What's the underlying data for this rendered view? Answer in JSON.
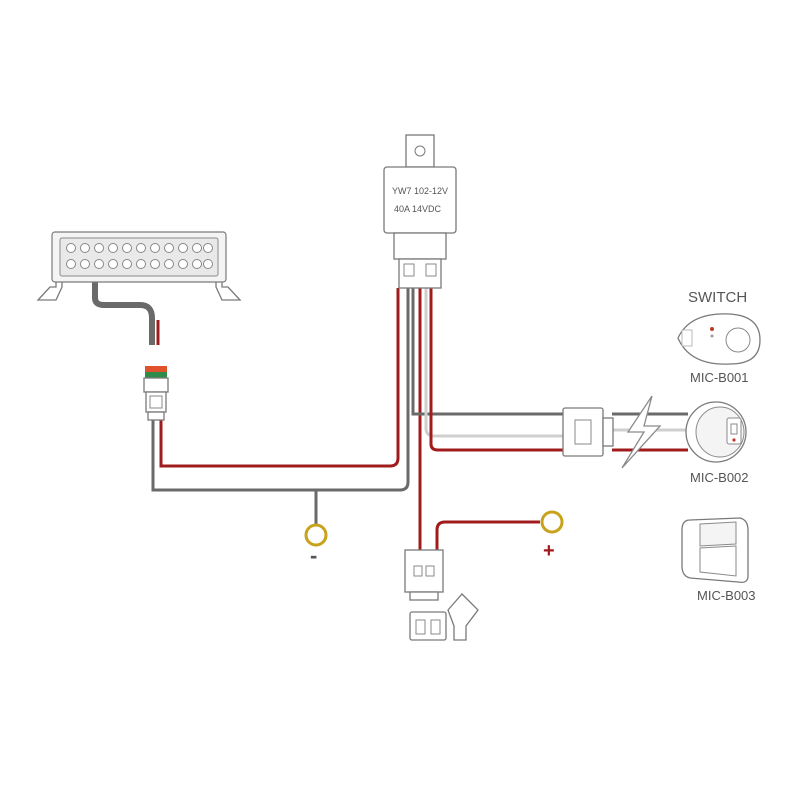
{
  "relay": {
    "line1": "YW7 102-12V",
    "line2": "40A  14VDC"
  },
  "switch_title": "SWITCH",
  "switches": [
    {
      "model": "MIC-B001"
    },
    {
      "model": "MIC-B002"
    },
    {
      "model": "MIC-B003"
    }
  ],
  "terminals": {
    "negative": "-",
    "positive": "+"
  },
  "colors": {
    "positive_wire": "#a01c1c",
    "ground_wire": "#6a6a6a",
    "signal_wire": "#cfcfcf",
    "terminal_ring": "#c8a21a"
  }
}
